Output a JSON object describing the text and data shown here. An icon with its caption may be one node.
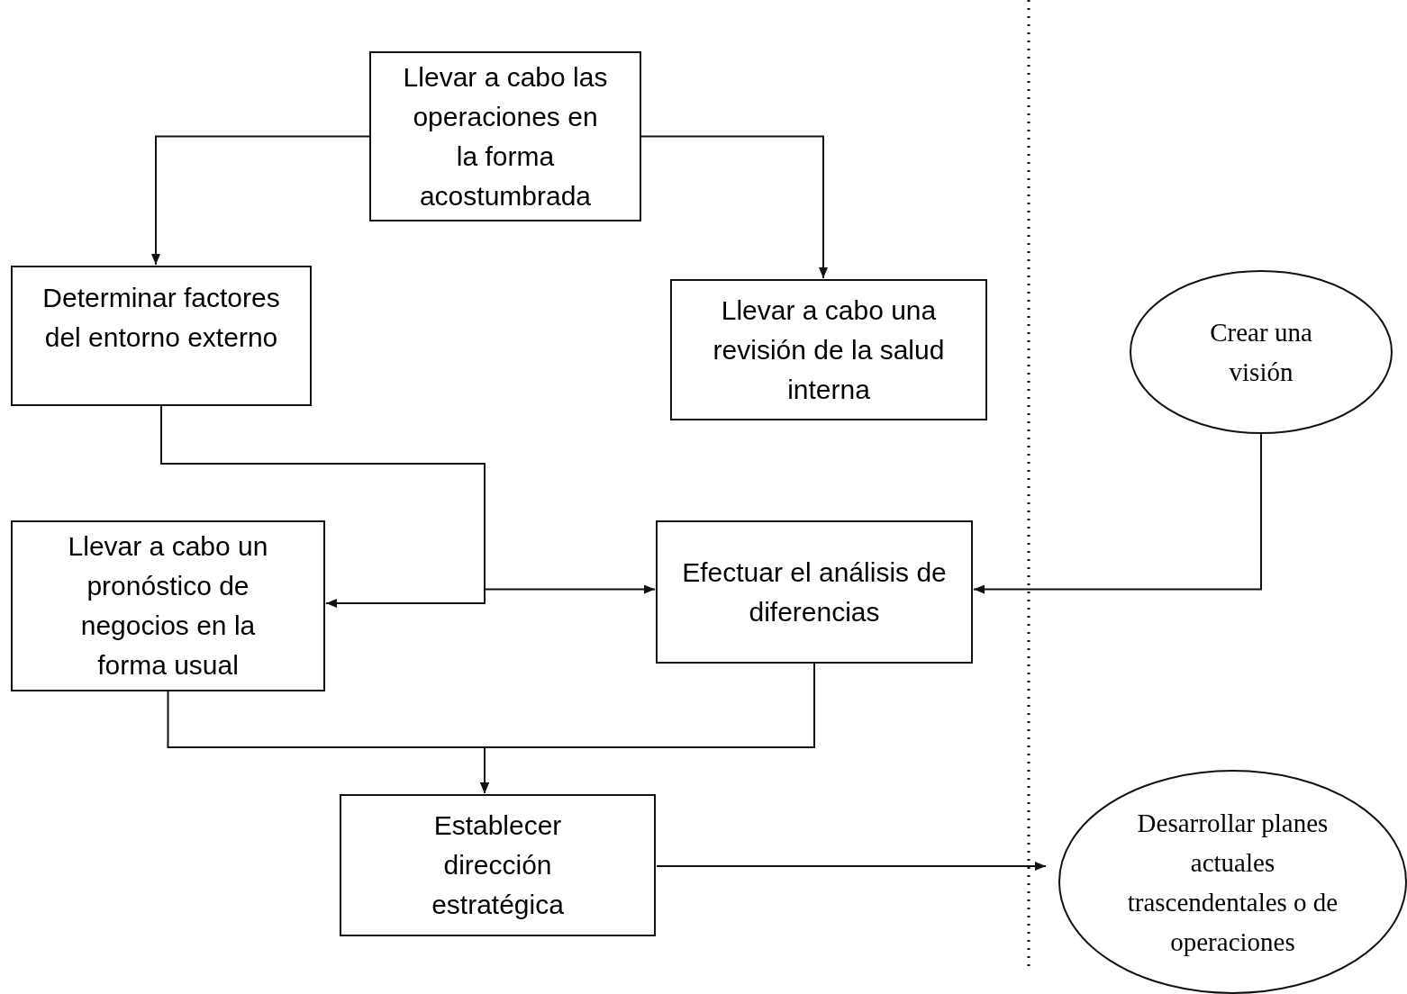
{
  "diagram": {
    "nodes": [
      {
        "text": [
          "Llevar a cabo las operaciones en la forma acostumbrada"
        ]
      },
      {
        "text": [
          "Determinar factores del entorno externo"
        ]
      },
      {
        "text": [
          "Llevar a cabo una revisión de la salud interna"
        ]
      },
      {
        "text": [
          "Crear una visión"
        ]
      },
      {
        "text": [
          "Llevar a cabo un pronóstico de negocios en la forma usual"
        ]
      },
      {
        "text": [
          "Efectuar el análisis de diferencias"
        ]
      },
      {
        "text": [
          "Establecer dirección estratégica"
        ]
      },
      {
        "text": [
          "Desarrollar planes actuales trascendentales o de operaciones"
        ]
      }
    ],
    "edges": [
      {
        "from": 0,
        "to": 1,
        "arrow": "to"
      },
      {
        "from": 0,
        "to": 2,
        "arrow": "to"
      },
      {
        "from": 1,
        "to": 4,
        "arrow": "to"
      },
      {
        "from": 1,
        "to": 5,
        "arrow": "to"
      },
      {
        "from": 3,
        "to": 5,
        "arrow": "to"
      },
      {
        "from": 4,
        "to": 6,
        "arrow": "to"
      },
      {
        "from": 5,
        "to": 6,
        "arrow": "to"
      },
      {
        "from": 6,
        "to": 7,
        "arrow": "to"
      }
    ]
  }
}
